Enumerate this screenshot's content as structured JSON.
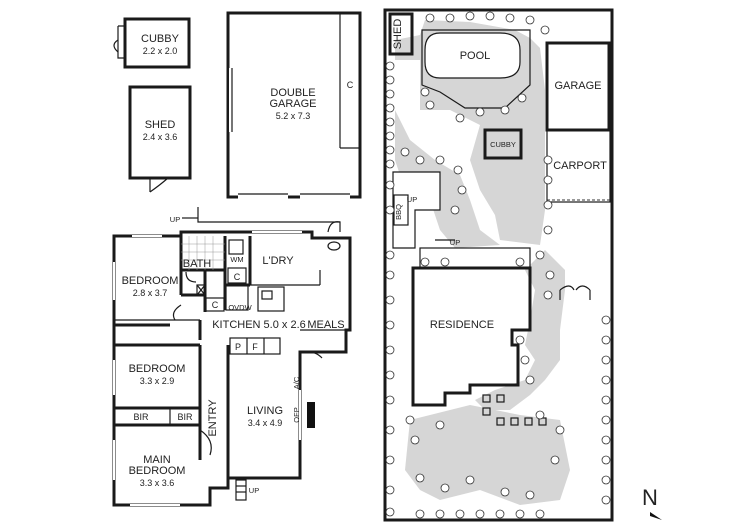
{
  "floorplan": {
    "rooms": {
      "cubby": {
        "name": "CUBBY",
        "dims": "2.2 x 2.0"
      },
      "shed": {
        "name": "SHED",
        "dims": "2.4 x 3.6"
      },
      "garage": {
        "name": "DOUBLE",
        "name2": "GARAGE",
        "dims": "5.2 x 7.3",
        "cupboard": "C"
      },
      "bedroom1": {
        "name": "BEDROOM",
        "dims": "2.8 x 3.7"
      },
      "bath": {
        "name": "BATH"
      },
      "laundry": {
        "name": "L'DRY"
      },
      "wm": "WM",
      "c1": "C",
      "c2": "C",
      "ovdw": "OVDW",
      "kitchen": {
        "name": "KITCHEN 5.0 x 2.6",
        "meals": "MEALS"
      },
      "pantry": "P",
      "fridge": "F",
      "bedroom2": {
        "name": "BEDROOM",
        "dims": "3.3 x 2.9"
      },
      "bir1": "BIR",
      "bir2": "BIR",
      "main_bedroom": {
        "name1": "MAIN",
        "name2": "BEDROOM",
        "dims": "3.3 x 3.6"
      },
      "entry": "ENTRY",
      "living": {
        "name": "LIVING",
        "dims": "3.4 x 4.9"
      },
      "ac": "A/C",
      "ofp": "OFP"
    },
    "up_labels": [
      "UP",
      "UP"
    ]
  },
  "siteplan": {
    "shed": "SHED",
    "pool": "POOL",
    "garage": "GARAGE",
    "cubby": "CUBBY",
    "carport": "CARPORT",
    "bbq": "BBQ",
    "residence": "RESIDENCE",
    "up_labels": [
      "UP",
      "UP"
    ]
  },
  "compass": "N"
}
